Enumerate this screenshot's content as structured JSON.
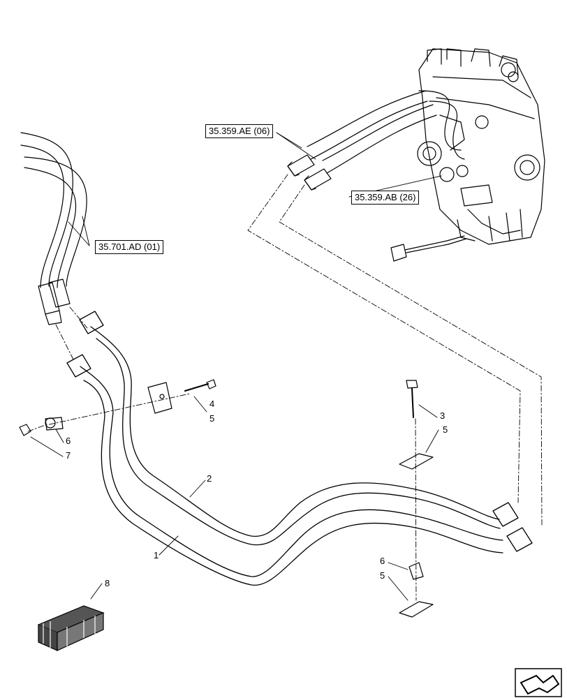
{
  "references": {
    "ae": "35.359.AE (06)",
    "ab": "35.359.AB (26)",
    "ad": "35.701.AD (01)"
  },
  "callouts": {
    "c1": "1",
    "c2": "2",
    "c3": "3",
    "c4": "4",
    "c5a": "5",
    "c5b": "5",
    "c5c": "5",
    "c6a": "6",
    "c6b": "6",
    "c7": "7",
    "c8": "8"
  },
  "icons": {
    "nav": "next-page-arrow-icon",
    "kit": "crate-kit-icon"
  }
}
